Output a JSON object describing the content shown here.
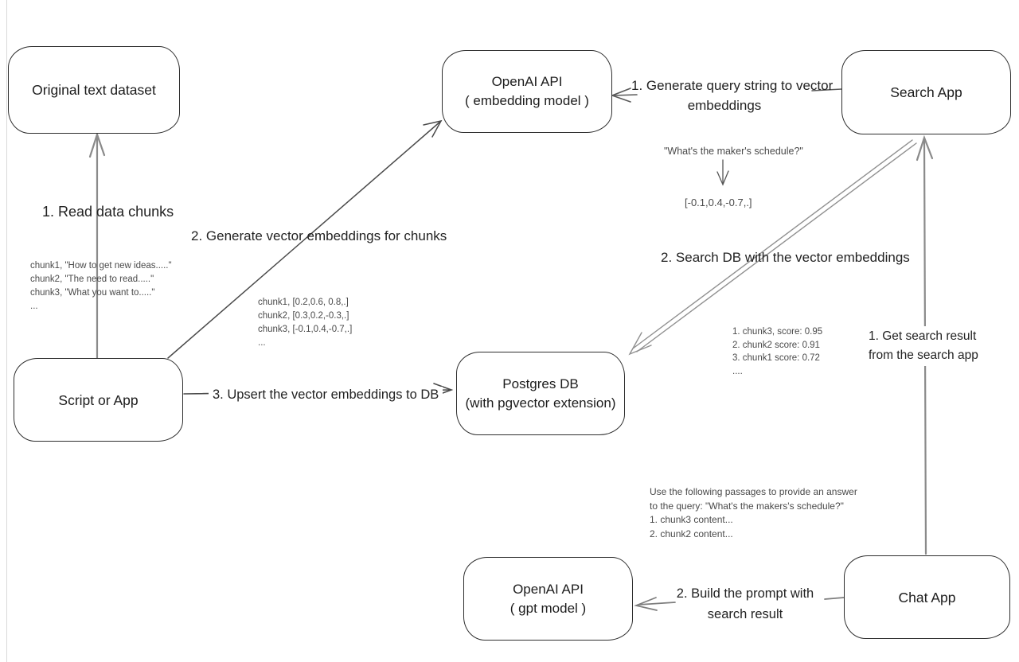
{
  "diagram": {
    "nodes": {
      "original_dataset": {
        "label": "Original text dataset"
      },
      "embedding_api": {
        "line1": "OpenAI API",
        "line2": "( embedding model )"
      },
      "search_app": {
        "label": "Search App"
      },
      "script_app": {
        "label": "Script or App"
      },
      "postgres_db": {
        "line1": "Postgres DB",
        "line2": "(with pgvector extension)"
      },
      "gpt_api": {
        "line1": "OpenAI API",
        "line2": "( gpt model )"
      },
      "chat_app": {
        "label": "Chat App"
      }
    },
    "edge_labels": {
      "read_chunks": "1. Read data chunks",
      "generate_embeddings": "2. Generate vector embeddings for chunks",
      "upsert_embeddings": "3. Upsert the vector embeddings  to DB",
      "query_to_vector_line1": "1. Generate query string to vector",
      "query_to_vector_line2": "embeddings",
      "search_db": "2. Search DB with the vector embeddings",
      "get_result_line1": "1. Get search result",
      "get_result_line2": "from the search app",
      "build_prompt_line1": "2. Build the prompt with",
      "build_prompt_line2": "search result"
    },
    "annotations": {
      "query_text": "\"What's the maker's schedule?\"",
      "query_vector": "[-0.1,0.4,-0.7,.]",
      "chunk_list": [
        "chunk1, \"How to get new ideas.....\"",
        "chunk2, \"The need to read.....\"",
        "chunk3, \"What you want to.....\"",
        "..."
      ],
      "vector_list": [
        "chunk1, [0.2,0.6, 0.8,.]",
        "chunk2, [0.3,0.2,-0.3,.]",
        "chunk3, [-0.1,0.4,-0.7,.]",
        "..."
      ],
      "score_list": [
        "1. chunk3, score: 0.95",
        "2. chunk2 score: 0.91",
        "3. chunk1 score: 0.72",
        "...."
      ],
      "prompt_lines": [
        "Use the following passages to provide an answer",
        "to the query: \"What's the makers's schedule?\"",
        "1. chunk3 content...",
        "2. chunk2 content..."
      ]
    },
    "colors": {
      "ink": "#2e2e2e",
      "line_gray": "#8a8a8a",
      "line_dark": "#4a4a4a"
    }
  }
}
